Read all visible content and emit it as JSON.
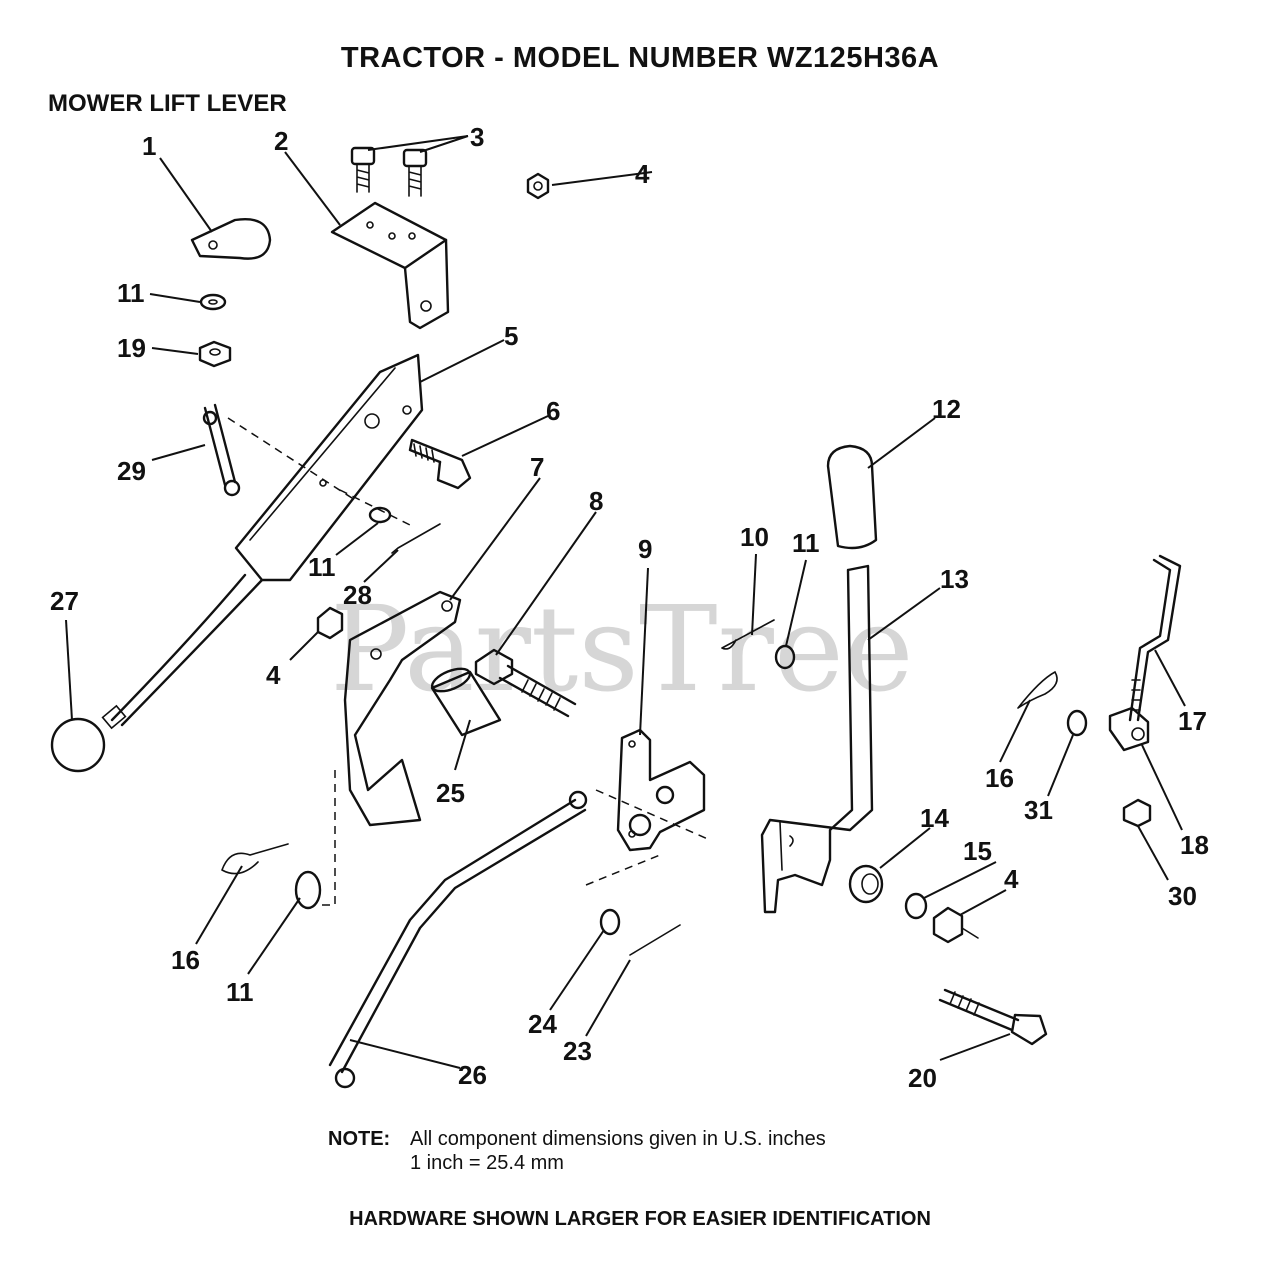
{
  "title": "TRACTOR  - MODEL NUMBER WZ125H36A",
  "section": "MOWER LIFT LEVER",
  "watermark": "PartsTree",
  "callouts": [
    "1",
    "2",
    "3",
    "4",
    "11",
    "19",
    "5",
    "6",
    "29",
    "11",
    "28",
    "27",
    "7",
    "8",
    "12",
    "10",
    "11",
    "13",
    "9",
    "4",
    "25",
    "17",
    "16",
    "31",
    "14",
    "15",
    "4",
    "18",
    "30",
    "16",
    "11",
    "24",
    "23",
    "26",
    "20"
  ],
  "note": {
    "label": "NOTE:",
    "line1": "All component dimensions given in U.S. inches",
    "line2": "1 inch = 25.4 mm"
  },
  "footer": "HARDWARE SHOWN LARGER FOR EASIER IDENTIFICATION"
}
